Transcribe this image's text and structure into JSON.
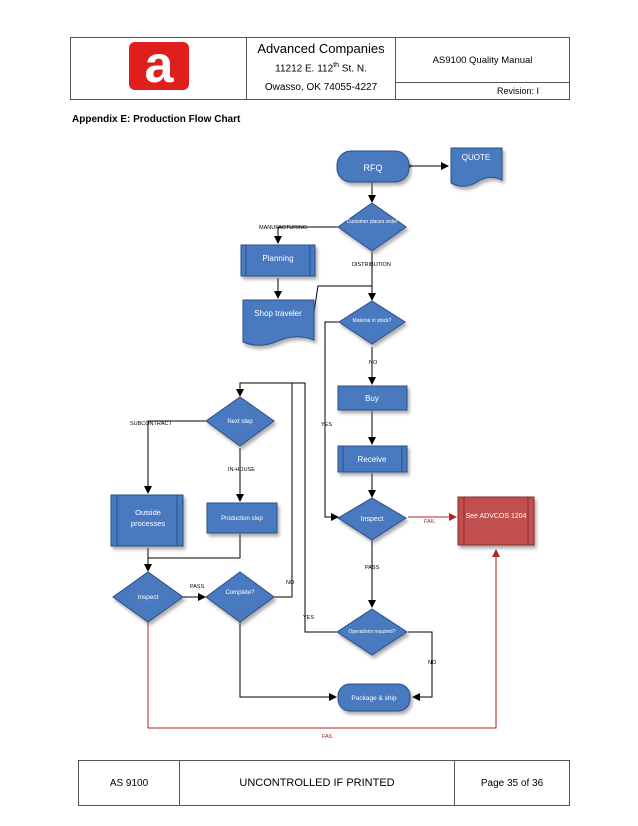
{
  "header": {
    "company_name": "Advanced Companies",
    "address_line1_pre": "11212 E. 112",
    "address_line1_sup": "th",
    "address_line1_post": " St. N.",
    "address_line2": "Owasso, OK   74055-4227",
    "manual_title": "AS9100 Quality Manual",
    "revision": "Revision: I",
    "logo_letter": "a",
    "logo_color": "#e01e1e"
  },
  "section_title": "Appendix E: Production Flow Chart",
  "flowchart": {
    "nodes": {
      "rfq": "RFQ",
      "quote": "QUOTE",
      "customer_place_order": "Customer places order",
      "planning": "Planning",
      "shop_traveler": "Shop traveler",
      "material_in_stock": "Material in stock?",
      "buy": "Buy",
      "receive": "Receive",
      "inspect_main": "Inspect",
      "see_advcos": "See ADVCOS 1204",
      "operations_required": "Operations required?",
      "package_ship": "Package & ship",
      "next_step": "Next step",
      "outside_processes_1": "Outside",
      "outside_processes_2": "processes",
      "production_step": "Production step",
      "inspect_left": "Inspect",
      "complete": "Complete?"
    },
    "labels": {
      "manufacturing": "MANUFACTURING",
      "distribution": "DISTRIBUTION",
      "no_material": "NO",
      "yes_material": "YES",
      "fail_main": "FAIL",
      "pass_main": "PASS",
      "no_operations": "NO",
      "yes_operations": "YES",
      "subcontract": "SUBCONTRACT",
      "in_house": "IN-HOUSE",
      "pass_left": "PASS",
      "no_complete": "NO",
      "fail_bottom": "FAIL"
    },
    "colors": {
      "shape_fill": "#4a7ac0",
      "shape_stroke": "#2a4f8a",
      "fail_fill": "#c0504d",
      "fail_line": "#b22222"
    }
  },
  "footer": {
    "standard": "AS 9100",
    "notice": "UNCONTROLLED IF PRINTED",
    "page": "Page 35 of 36"
  }
}
